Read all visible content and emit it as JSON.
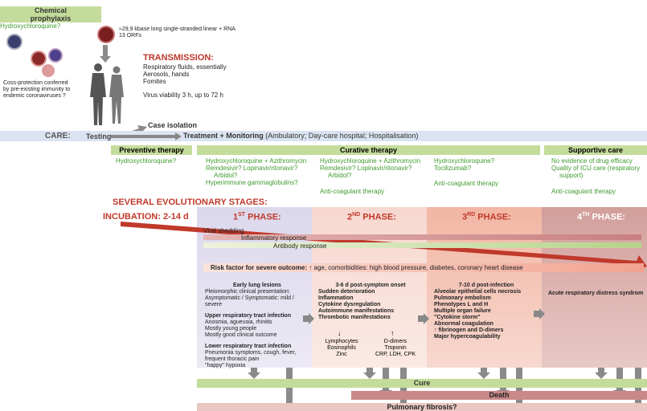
{
  "chemical": {
    "title_line1": "Chemical",
    "title_line2": "prophylaxis",
    "drug": "Hydroxychloroquine?"
  },
  "virus": {
    "line1": "≈29,9 kbase long single-stranded linear + RNA",
    "line2": "13 ORFs"
  },
  "cross_protection": {
    "l1": "Coss-protection conferred",
    "l2": "by pre-existing immunity to",
    "l3": "endemic coronaviruses ?"
  },
  "transmission": {
    "title": "TRANSMISSION:",
    "l1": "Respiratory fluids, essentially",
    "l2": "Aerosols, hands",
    "l3": "Fomites",
    "l4": "Virus viability 3 h, up to 72 h"
  },
  "care": {
    "label": "CARE:",
    "testing": "Testing",
    "case_isolation": "Case isolation",
    "treatment": "Treatment + Monitoring",
    "treatment_detail": " (Ambulatory; Day-care hospital; Hospitalisation)"
  },
  "therapies": {
    "preventive": {
      "title": "Preventive therapy",
      "item": "Hydroxychloroquine?"
    },
    "curative": {
      "title": "Curative therapy",
      "col1": [
        "Hydroxychloroquine + Azithromycin",
        "Remdesivir? Lopinavir/ritonavir?",
        "Arbidol?",
        "Hyperimmune gammaglobulins?"
      ],
      "col2": [
        "Hydroxychloroquine + Azithromycin",
        "Remdesivir? Lopinavir/ritonavir?",
        "Arbidol?"
      ],
      "col2_anticoag": "Anti-coagulant therapy",
      "col3": [
        "Hydroxychloroquine?",
        "Tocilizumab?"
      ],
      "col3_anticoag": "Anti-coagulant therapy"
    },
    "supportive": {
      "title": "Supportive care",
      "l1": "No evidence of drug efficacy",
      "l2": "Quality of ICU care (respiratory",
      "l3": "support)",
      "anticoag": "Anti-coagulant therapy"
    }
  },
  "stages": {
    "title": "SEVERAL EVOLUTIONARY STAGES:",
    "incubation": "INCUBATION: 2-14 d",
    "phase1": "1ST PHASE:",
    "phase2": "2ND PHASE:",
    "phase3": "3RD PHASE:",
    "phase4": "4TH PHASE:"
  },
  "bars": {
    "viral": "Viral shedding",
    "inflammatory": "Inflammatory response",
    "antibody": "Antibody response"
  },
  "risk": {
    "label": "Risk factor for severe outcome:",
    "detail": " ↑ age, comorbidities: high blood pressure, diabetes, coronary heart disease"
  },
  "phase1_detail": {
    "early_title": "Early lung lesions",
    "overlap1": "Pleiomorphic clinical presentation:",
    "overlap2": "Asymptomatic / Symptomatic: mild / severe",
    "upper_title": "Upper respiratory tract infection",
    "upper": [
      "Anosmia, agueusia, rhinitis",
      "Mostly young people",
      "Mostly good clinical outcome"
    ],
    "lower_title": "Lower respiratory tract infection",
    "lower": [
      "Pneumonia symptoms, cough, fever,",
      "frequent thoracic pain",
      "\"happy\" hypoxia"
    ]
  },
  "phase2_detail": {
    "onset": "3-6 d post-symptom onset",
    "items": [
      "Sudden deterioration",
      "Inflammation",
      "Cytokine dysregulation",
      "Autoimmune manifestations",
      "Thrombotic manifestations"
    ],
    "down": [
      "Lymphocytes",
      "Eosinophils",
      "Zinc"
    ],
    "up": [
      "D-dimers",
      "Troponin",
      "CRP, LDH, CPK"
    ]
  },
  "phase3_detail": {
    "onset": "7-10 d post-infection",
    "items": [
      "Alveolar epithelial cells necrosis",
      "Pulmonary embolism",
      "Phenotypes L and H",
      "Multiple organ failure",
      "\"Cytokine storm\"",
      "Abnormal coagulation",
      "↑ fibrinogen and D-dimers",
      "Major hypercoagulability"
    ]
  },
  "phase4_detail": {
    "item": "Acute respiratory distress syndrom"
  },
  "outcomes": {
    "cure": "Cure",
    "death": "Death",
    "fibrosis": "Pulmonary fibrosis?"
  },
  "colors": {
    "green_bar": "#c4dc9b",
    "care_bar": "#dbe3f1",
    "phase1": "#d9d6ea",
    "phase2": "#f5d9d2",
    "phase3": "#efbfb3",
    "phase4": "#d9a8a4",
    "red": "#c0392b",
    "death": "#c98987"
  }
}
